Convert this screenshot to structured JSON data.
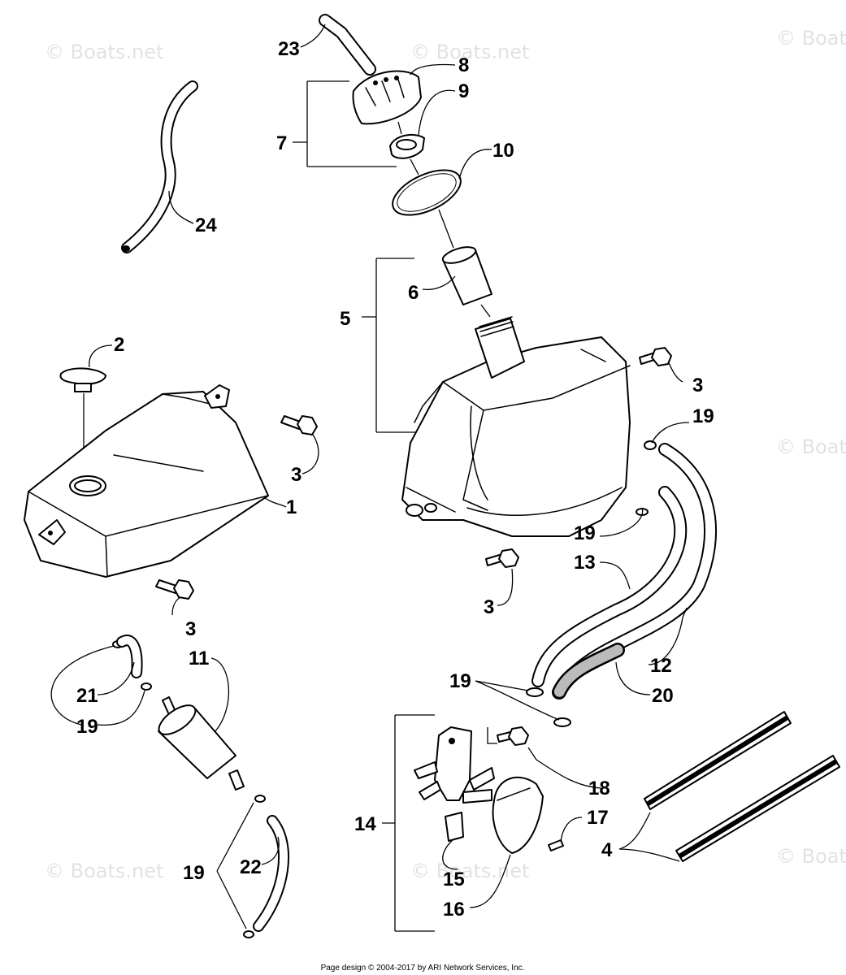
{
  "watermark": "© Boats.net",
  "footer": "Page design © 2004-2017 by ARI Network Services, Inc.",
  "callouts": {
    "c1": "1",
    "c2": "2",
    "c3a": "3",
    "c3b": "3",
    "c3c": "3",
    "c3d": "3",
    "c4": "4",
    "c5": "5",
    "c6": "6",
    "c7": "7",
    "c8": "8",
    "c9": "9",
    "c10": "10",
    "c11": "11",
    "c12": "12",
    "c13": "13",
    "c14": "14",
    "c15": "15",
    "c16": "16",
    "c17": "17",
    "c18": "18",
    "c19a": "19",
    "c19b": "19",
    "c19c": "19",
    "c19d": "19",
    "c19e": "19",
    "c20": "20",
    "c21": "21",
    "c22": "22",
    "c23": "23",
    "c24": "24"
  }
}
